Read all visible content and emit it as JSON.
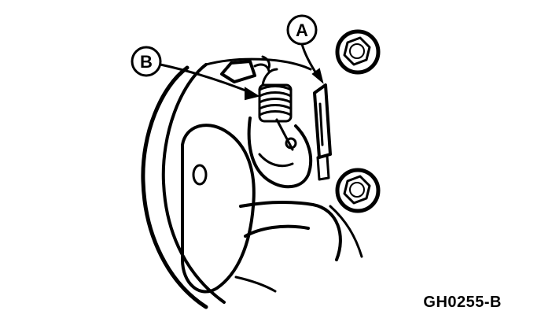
{
  "diagram": {
    "callouts": [
      {
        "id": "A",
        "label": "A"
      },
      {
        "id": "B",
        "label": "B"
      }
    ],
    "figure_code": "GH0255-B"
  }
}
